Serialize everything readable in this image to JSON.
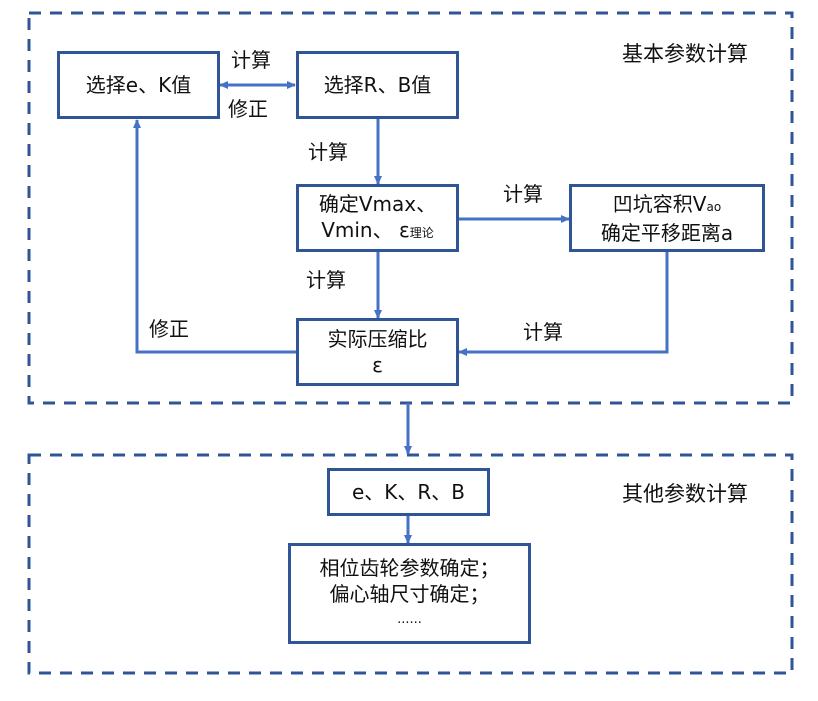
{
  "groups": {
    "basic": {
      "title": "基本参数计算"
    },
    "other": {
      "title": "其他参数计算"
    }
  },
  "nodes": {
    "select_ek": {
      "text": "选择e、K值"
    },
    "select_rb": {
      "text": "选择R、B值"
    },
    "determine_v": {
      "line1": "确定Vmax、",
      "line2_main": "Vmin、 ε",
      "line2_sub": "理论"
    },
    "pit_volume": {
      "line1_main": "凹坑容积V",
      "line1_sub": "ao",
      "line2": "确定平移距离a"
    },
    "actual_ratio": {
      "line1": "实际压缩比",
      "line2": "ε"
    },
    "params": {
      "text": "e、K、R、B"
    },
    "other_params": {
      "line1": "相位齿轮参数确定；",
      "line2": "偏心轴尺寸确定；",
      "line3": "......"
    }
  },
  "edge_labels": {
    "ek_rb_top": "计算",
    "ek_rb_bottom": "修正",
    "rb_to_v": "计算",
    "v_to_pit": "计算",
    "v_to_actual": "计算",
    "pit_to_actual": "计算",
    "actual_to_ek": "修正"
  },
  "colors": {
    "border": "#2f5597",
    "arrow": "#4472c4"
  }
}
